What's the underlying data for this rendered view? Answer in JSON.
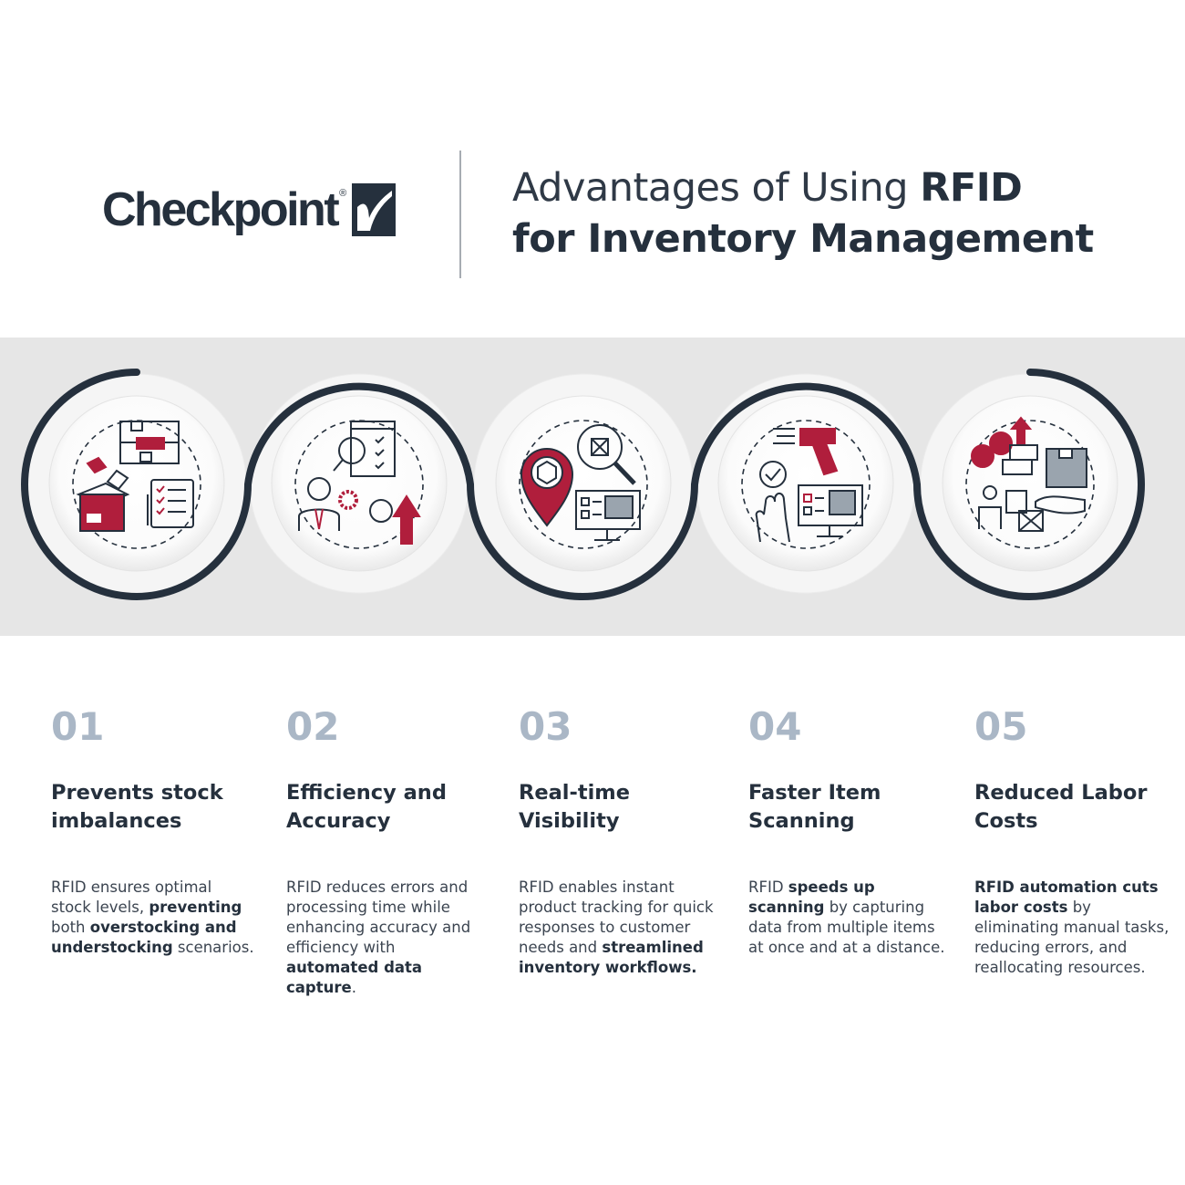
{
  "brand": {
    "logo_text": "Checkpoint",
    "registered_mark": "®",
    "colors": {
      "navy": "#25303d",
      "red": "#b01e3c",
      "band": "#e6e6e6",
      "number_gray": "#aab7c6"
    }
  },
  "title": {
    "line1_light": "Advantages of Using ",
    "line1_bold": "RFID",
    "line2_bold": "for Inventory Management"
  },
  "icons": [
    "shelf-boxes-checklist-icon",
    "person-gear-growth-icon",
    "location-pin-monitor-search-icon",
    "scanner-hand-monitor-icon",
    "money-box-hand-worker-icon"
  ],
  "advantages": [
    {
      "number": "01",
      "heading_l1": "Prevents stock",
      "heading_l2": "imbalances",
      "text": [
        {
          "t": "RFID ensures optimal stock levels, ",
          "b": false
        },
        {
          "t": "preventing",
          "b": true
        },
        {
          "t": " both ",
          "b": false
        },
        {
          "t": "overstocking and understocking",
          "b": true
        },
        {
          "t": " scenarios.",
          "b": false
        }
      ]
    },
    {
      "number": "02",
      "heading_l1": "Efficiency and",
      "heading_l2": "Accuracy",
      "text": [
        {
          "t": "RFID reduces errors and processing time while enhancing accuracy and efficiency with ",
          "b": false
        },
        {
          "t": "automated data capture",
          "b": true
        },
        {
          "t": ".",
          "b": false
        }
      ]
    },
    {
      "number": "03",
      "heading_l1": "Real-time",
      "heading_l2": "Visibility",
      "text": [
        {
          "t": "RFID enables instant product tracking for quick responses to customer needs and ",
          "b": false
        },
        {
          "t": "streamlined inventory workflows.",
          "b": true
        }
      ]
    },
    {
      "number": "04",
      "heading_l1": "Faster Item",
      "heading_l2": "Scanning",
      "text": [
        {
          "t": "RFID ",
          "b": false
        },
        {
          "t": "speeds up scanning",
          "b": true
        },
        {
          "t": " by capturing data from multiple items at once and at a distance.",
          "b": false
        }
      ]
    },
    {
      "number": "05",
      "heading_l1": "Reduced Labor",
      "heading_l2": "Costs",
      "text": [
        {
          "t": "RFID automation cuts labor costs",
          "b": true
        },
        {
          "t": " by eliminating manual tasks, reducing errors, and reallocating resources.",
          "b": false
        }
      ]
    }
  ]
}
